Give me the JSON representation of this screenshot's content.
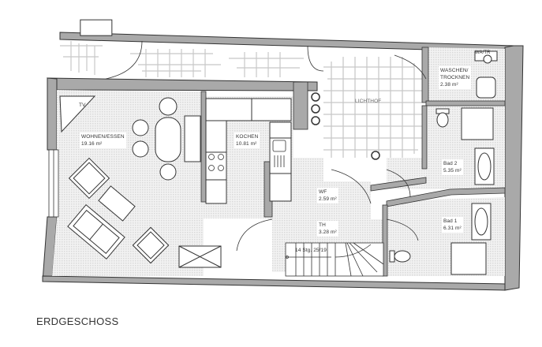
{
  "plan": {
    "title": "ERDGESCHOSS",
    "colors": {
      "wall": "#a9a9a9",
      "wall_stroke": "#333333",
      "floor_pattern": "#e6e6e6",
      "background": "#ffffff",
      "line": "#333333",
      "light_grid": "#c8c8c8"
    },
    "rooms": [
      {
        "name": "WOHNEN/ESSEN",
        "area": "19.16 m²"
      },
      {
        "name": "KOCHEN",
        "area": "10.81 m²"
      },
      {
        "name": "LICHTHOF",
        "area": ""
      },
      {
        "name": "WASCHEN/ TROCKNEN",
        "name_line1": "WASCHEN/",
        "name_line2": "TROCKNEN",
        "area": "2.38 m²"
      },
      {
        "name": "Bad 2",
        "area": "5.35 m²"
      },
      {
        "name": "Bad 1",
        "area": "6.31 m²"
      },
      {
        "name": "WF",
        "area": "2.59 m²"
      },
      {
        "name": "TH",
        "area": "3.28 m²"
      }
    ],
    "annotations": {
      "tv": "TV",
      "wm_tr": "WA/TR",
      "stairs": "14 Stg. 25/19"
    }
  }
}
